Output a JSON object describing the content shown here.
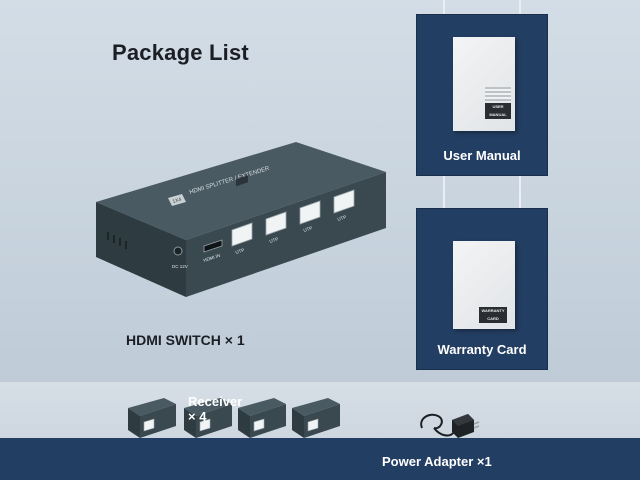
{
  "title": "Package List",
  "device": {
    "top_label": "HDMI SPLITTER / EXTENDER",
    "badge": "1X4",
    "port_labels": [
      "DC 12V",
      "HDMI IN",
      "UTP",
      "UTP",
      "UTP",
      "UTP"
    ]
  },
  "switch_label": "HDMI  SWITCH × 1",
  "manual": {
    "label": "User Manual",
    "sheet_tag": "USER MANUAL"
  },
  "warranty": {
    "label": "Warranty Card",
    "sheet_tag": "WARRANTY CARD"
  },
  "receiver_label": "Receiver × 4",
  "adapter_label": "Power Adapter ×1",
  "colors": {
    "navy": "#233e63",
    "background": "#c9d4de",
    "device": "#3b4a50"
  }
}
